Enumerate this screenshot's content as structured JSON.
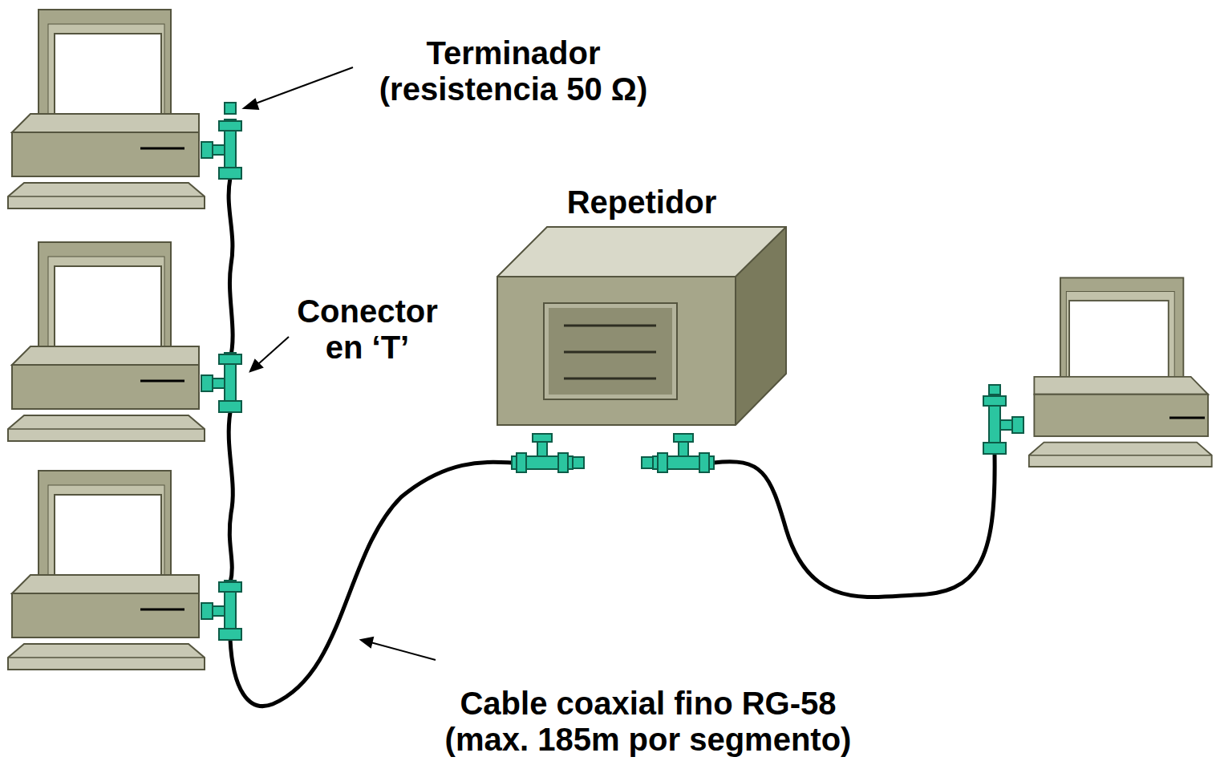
{
  "diagram": {
    "nodes": [
      {
        "text": [
          "Repetidor"
        ]
      }
    ],
    "labels": [
      "Terminador (resistencia 50 Ω)",
      "Conector en ‘T’",
      "Cable coaxial fino RG-58 (max. 185m por segmento)"
    ]
  }
}
